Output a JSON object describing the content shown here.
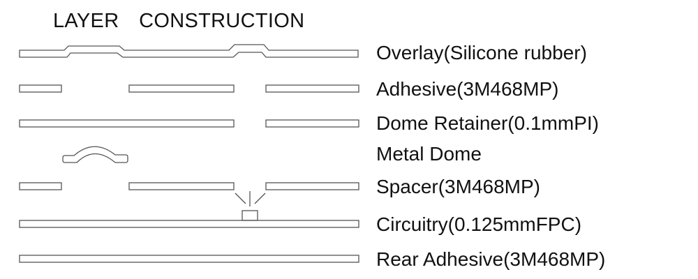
{
  "title": "LAYER  CONSTRUCTION",
  "layers": [
    {
      "label": "Overlay(Silicone rubber)"
    },
    {
      "label": "Adhesive(3M468MP)"
    },
    {
      "label": "Dome Retainer(0.1mmPI)"
    },
    {
      "label": "Metal Dome"
    },
    {
      "label": "Spacer(3M468MP)"
    },
    {
      "label": "Circuitry(0.125mmFPC)"
    },
    {
      "label": "Rear Adhesive(3M468MP)"
    }
  ]
}
